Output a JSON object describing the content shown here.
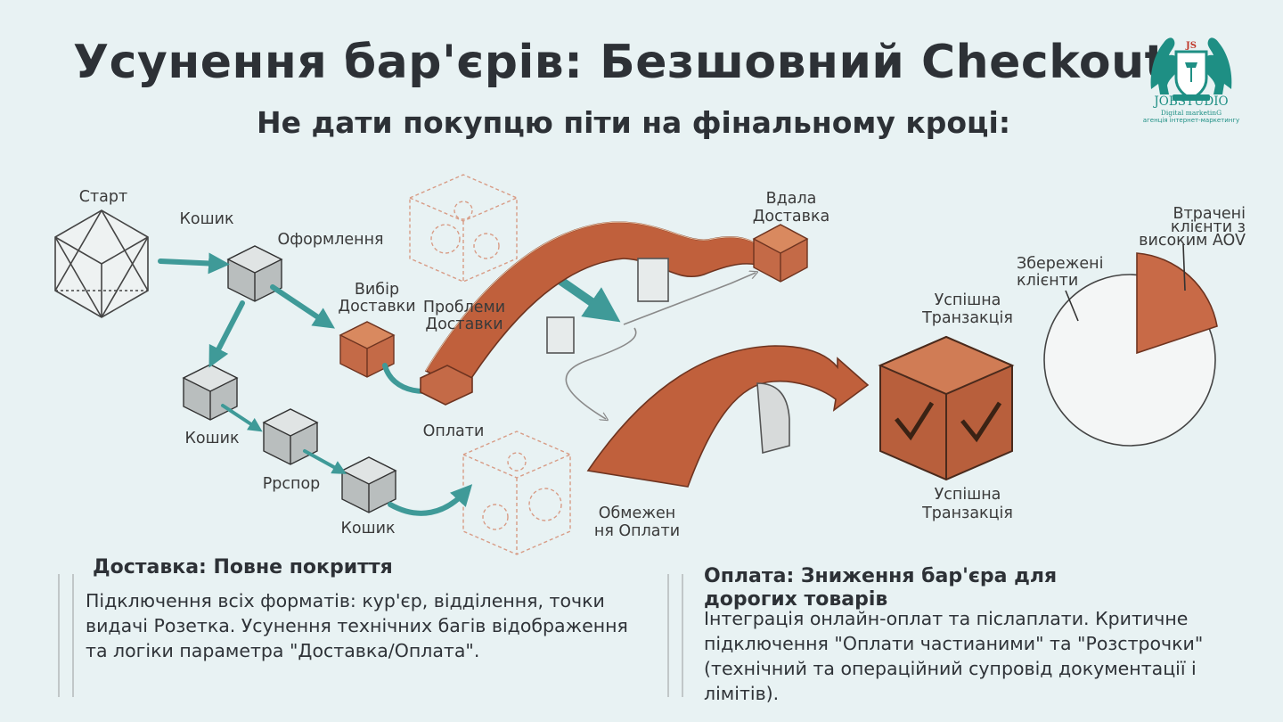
{
  "title": "Усунення бар'єрів: Безшовний Checkout",
  "subtitle": "Не дати покупцю піти на фінальному кроці:",
  "logo": {
    "name": "JOBSTUDIO",
    "tagline": "Digital marketinG",
    "subline": "агенція інтернет-маркетингу",
    "color": "#1e8f84"
  },
  "diagram": {
    "start": "Старт",
    "cart1": "Кошик",
    "checkout": "Оформлення",
    "delivery_choice": "Вибір\nДоставки",
    "delivery_problems": "Проблеми\nДоставки",
    "successful_delivery": "Вдала\nДоставка",
    "cart2": "Кошик",
    "rrspor": "Ррспор",
    "cart3": "Кошик",
    "payments": "Оплати",
    "payment_limits": "Обмежен\nня Оплати",
    "transaction_top": "Успішна\nТранзакція",
    "transaction_bottom": "Успішна\nТранзакція",
    "pie_saved": "Збережені\nклієнти",
    "pie_lost": "Втрачені\nклієнти з\nвисоким AOV"
  },
  "colors": {
    "accent_teal": "#3f9a98",
    "bridge": "#c0603c",
    "sketch": "#d89c86",
    "dark": "#2d3136"
  },
  "sections": {
    "delivery": {
      "title": "Доставка: Повне покриття",
      "body": "Підключення всіх форматів: кур'єр, відділення, точки видачі Розетка. Усунення технічних багів відображення та логіки параметра \"Доставка/Оплата\"."
    },
    "payment": {
      "title": "Оплата: Зниження бар'єра для дорогих товарів",
      "body": "Інтеграція онлайн-оплат та післаплати. Критичне підключення \"Оплати частианими\" та \"Розстрочки\" (технічний та операційний супровід документації і лімітів)."
    }
  }
}
